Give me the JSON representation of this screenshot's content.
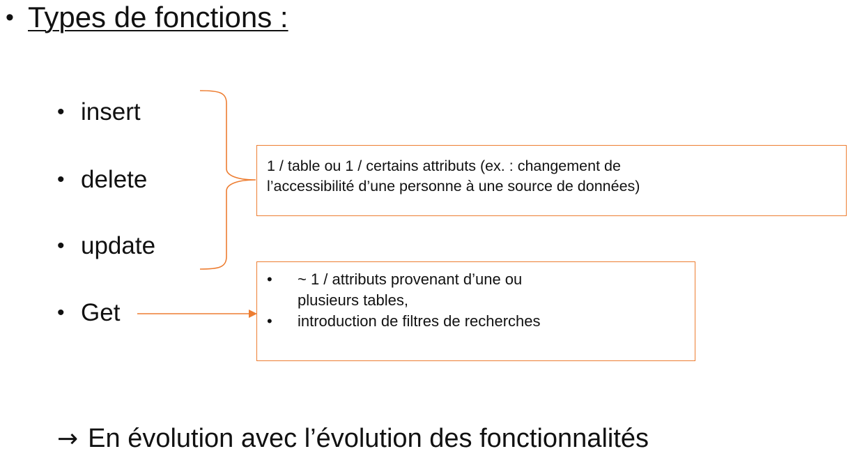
{
  "slide": {
    "title": "Types de fonctions :",
    "bullet_glyph": "•",
    "items": [
      {
        "label": "insert"
      },
      {
        "label": "delete"
      },
      {
        "label": "update"
      },
      {
        "label": "Get"
      }
    ],
    "table_box": {
      "line1": "1 / table ou 1 / certains attributs (ex. : changement de",
      "line2": "l’accessibilité d’une personne à une source de données)"
    },
    "get_box": {
      "bullets": [
        {
          "line1": "~ 1 / attributs provenant d’une ou",
          "line2": "plusieurs tables,"
        },
        {
          "line1": "introduction de filtres de recherches"
        }
      ]
    },
    "conclusion": {
      "arrow": "→",
      "text": "En évolution avec l’évolution des fonctionnalités"
    },
    "colors": {
      "accent": "#ED7D31",
      "text": "#111111",
      "background": "#FFFFFF"
    }
  }
}
